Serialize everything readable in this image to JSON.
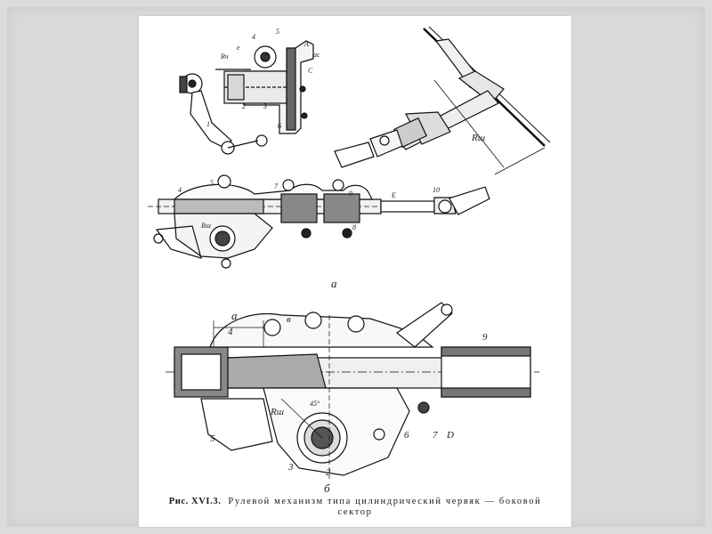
{
  "figure": {
    "number": "Рис. XVI.3.",
    "caption_line1": "Рулевой механизм типа цилиндрический червяк — боковой",
    "caption_line2": "сектор"
  },
  "top_left_view": {
    "labels": [
      "4",
      "5",
      "А",
      "e",
      "Rч",
      "aс",
      "С",
      "2",
      "3",
      "1",
      "6"
    ]
  },
  "top_right_view": {
    "labels": [
      "Rш"
    ]
  },
  "middle_view": {
    "labels": [
      "4",
      "5",
      "Rш",
      "7",
      "9",
      "8",
      "Е",
      "10"
    ],
    "sublabel": "а"
  },
  "bottom_view": {
    "labels": [
      "а",
      "в",
      "4",
      "9",
      "Rш",
      "45°",
      "5",
      "3",
      "2",
      "6",
      "7",
      "D"
    ],
    "sublabel": "б"
  }
}
